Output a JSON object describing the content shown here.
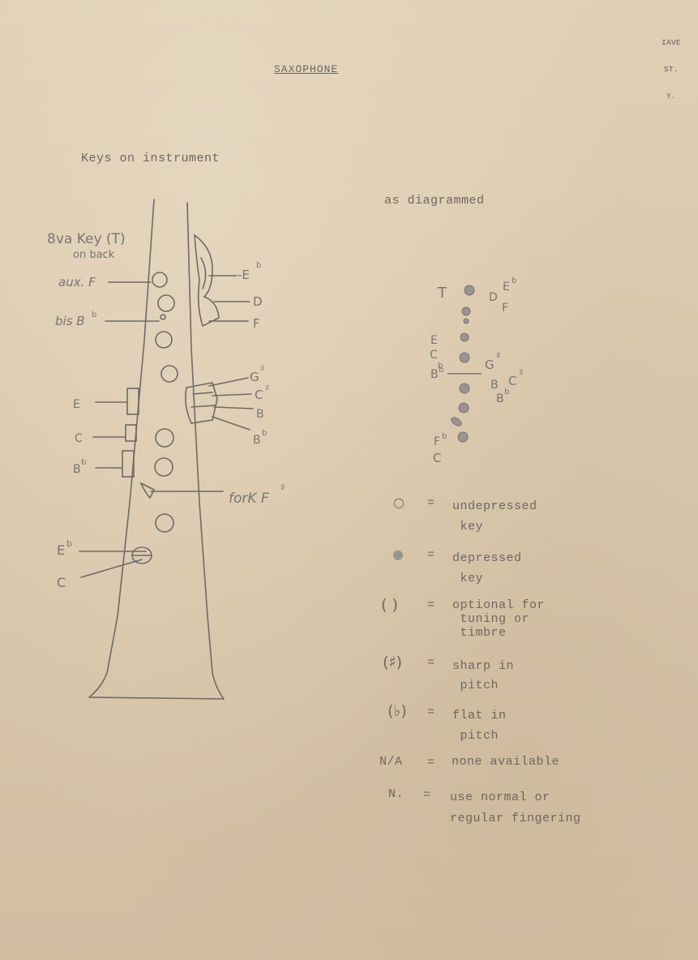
{
  "corner_stamp": [
    "IAVE",
    "ST.",
    "Y."
  ],
  "title": "SAXOPHONE",
  "left_heading": "Keys on instrument",
  "right_heading": "as diagrammed",
  "instrument_labels": {
    "octave_key": "8va Key (T)",
    "octave_key_sub": "on back",
    "aux_f": "aux. F",
    "bis_b": "bis B",
    "e": "E",
    "c": "C",
    "b_flat": "B",
    "e_flat_low": "E",
    "c_low": "C",
    "right_e_flat": "E",
    "right_d": "D",
    "right_f": "F",
    "g_sharp": "G",
    "c_sharp": "C",
    "b": "B",
    "b_flat_right": "B",
    "fork_f_sharp": "forK F"
  },
  "diagram_labels": {
    "t": "T",
    "d": "D",
    "e_flat": "E",
    "f": "F",
    "e": "E",
    "c": "C",
    "b_flat": "B",
    "g_sharp": "G",
    "b": "B",
    "c_sharp": "C",
    "b_flat_2": "B",
    "f_flat": "F",
    "c_low": "C"
  },
  "legend": [
    {
      "symbol": "○",
      "eq": "=",
      "text": "undepressed\n key"
    },
    {
      "symbol": "●",
      "eq": "=",
      "text": "depressed\n key"
    },
    {
      "symbol": "( )",
      "eq": "=",
      "text": "optional for\n tuning or\n timbre"
    },
    {
      "symbol": "(♯)",
      "eq": "=",
      "text": "sharp in\n pitch"
    },
    {
      "symbol": "(♭)",
      "eq": "=",
      "text": "flat in\n pitch"
    },
    {
      "symbol": "N/A",
      "eq": "=",
      "text": "none available"
    },
    {
      "symbol": "N.",
      "eq": "=",
      "text": "use normal or\nregular fingering"
    }
  ]
}
